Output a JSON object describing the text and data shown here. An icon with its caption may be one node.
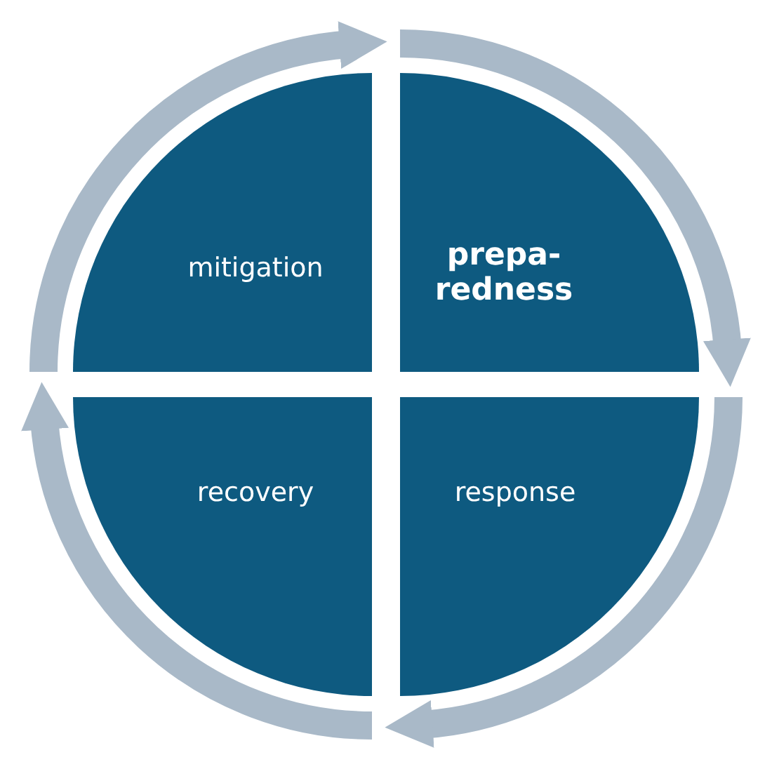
{
  "diagram": {
    "nodes": [
      {
        "text": [
          "mitigation"
        ]
      },
      {
        "text": [
          "prepa- redness"
        ]
      },
      {
        "text": [
          "recovery"
        ]
      },
      {
        "text": [
          "response"
        ]
      }
    ]
  }
}
